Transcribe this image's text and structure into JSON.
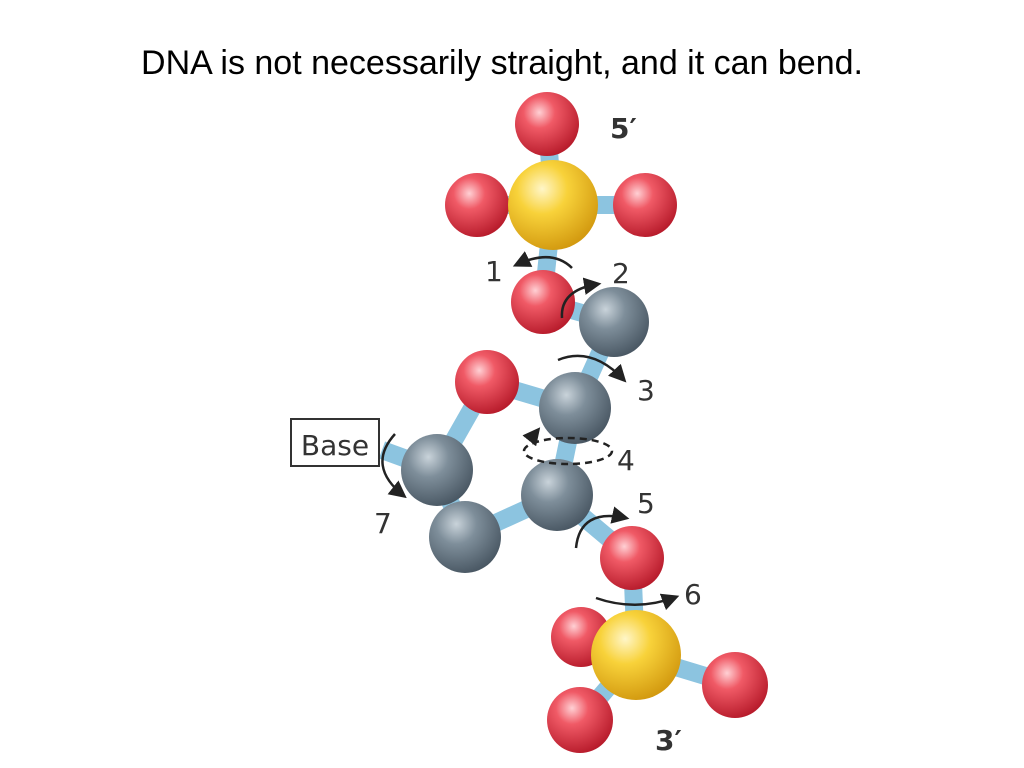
{
  "title": "DNA is not necessarily straight, and it can bend.",
  "labels": {
    "five_prime": "5′",
    "three_prime": "3′",
    "base": "Base"
  },
  "torsion_numbers": [
    "1",
    "2",
    "3",
    "4",
    "5",
    "6",
    "7"
  ],
  "colors": {
    "oxygen": "#e23a48",
    "phosphorus": "#f5c518",
    "carbon": "#6f7f8b",
    "bond": "#8cc4e0",
    "arrow": "#222222"
  }
}
